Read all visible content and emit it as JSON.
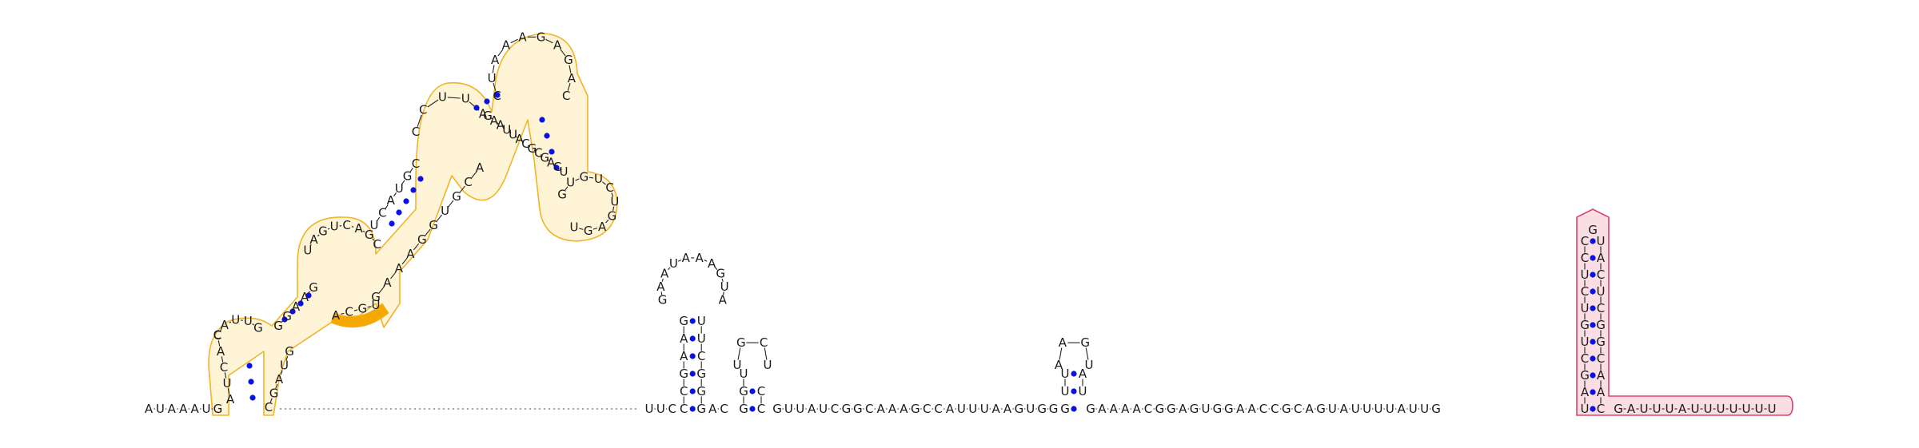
{
  "diagram": {
    "title": "",
    "colors": {
      "nucleotide_text": "#1a1a1a",
      "base_pair_dot": "#0a10e6",
      "highlight_outline_orange": "#f0b429",
      "highlight_fill_orange": "#fff4d6",
      "highlight_segment_orange": "#f5a800",
      "highlight_outline_pink": "#d9446a",
      "highlight_fill_pink": "#fbdde4"
    },
    "leader_5prime": "AUAAAUG",
    "left_domain_fragment": {
      "outer_5": "CACUA",
      "loop_top": "CAUUG",
      "inner_left": "GGAAG",
      "loop_mid": "UAGUCAGC",
      "stem_up": "UCAUGC",
      "loop_upper": "CCUUA",
      "apex_stem": "CUAAAGAGAC",
      "terminal_loop": "GUGUCUGAGU",
      "return_stem": "UCAGCGCAUUAAG",
      "return_lower": "ACGUGGAAAG",
      "highlight_segment": "ACGU",
      "outer_3": "GUAGC"
    },
    "gap_marker": "connector gap",
    "hairpin_1": {
      "stem_5": "CCGAAG",
      "loop": "GAAUAAAGUA",
      "stem_3": "UUCGGG"
    },
    "hairpin_2": {
      "stem_5": "GGU",
      "loop": "UGCU",
      "stem_3": "CC"
    },
    "linker_1": "UUC",
    "linker_2": "AC",
    "linker_3": "GUUAUCGGCAAAGCCAUUUAAGUGG",
    "hairpin_3": {
      "stem_5": "UU",
      "loop": "AAGU",
      "stem_3": "AU"
    },
    "linker_4": "GAAAACGGAGUGGAACCGCAGUAUUUUAUUG",
    "hairpin_4": {
      "stem_5": "CCUCUGUCGAU",
      "loop": "G",
      "stem_3": "UACUCGGCAAC"
    },
    "trailer_3prime": "GAUUUAUUUUUUU"
  }
}
